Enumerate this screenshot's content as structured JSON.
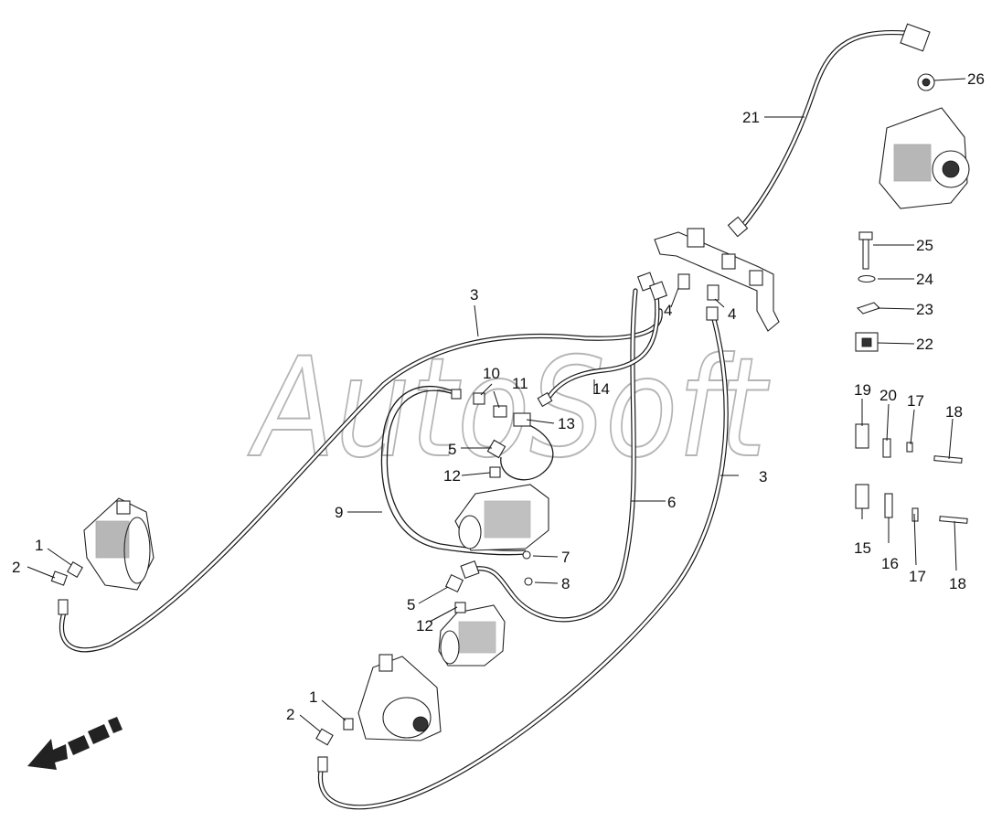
{
  "watermark": "AutoSoft",
  "callouts": [
    {
      "id": "c1a",
      "label": "1"
    },
    {
      "id": "c1b",
      "label": "1"
    },
    {
      "id": "c2a",
      "label": "2"
    },
    {
      "id": "c2b",
      "label": "2"
    },
    {
      "id": "c3a",
      "label": "3"
    },
    {
      "id": "c3b",
      "label": "3"
    },
    {
      "id": "c4a",
      "label": "4"
    },
    {
      "id": "c4b",
      "label": "4"
    },
    {
      "id": "c5a",
      "label": "5"
    },
    {
      "id": "c5b",
      "label": "5"
    },
    {
      "id": "c6",
      "label": "6"
    },
    {
      "id": "c7",
      "label": "7"
    },
    {
      "id": "c8",
      "label": "8"
    },
    {
      "id": "c9",
      "label": "9"
    },
    {
      "id": "c10",
      "label": "10"
    },
    {
      "id": "c11",
      "label": "11"
    },
    {
      "id": "c12a",
      "label": "12"
    },
    {
      "id": "c12b",
      "label": "12"
    },
    {
      "id": "c13",
      "label": "13"
    },
    {
      "id": "c14",
      "label": "14"
    },
    {
      "id": "c15",
      "label": "15"
    },
    {
      "id": "c16",
      "label": "16"
    },
    {
      "id": "c17a",
      "label": "17"
    },
    {
      "id": "c17b",
      "label": "17"
    },
    {
      "id": "c18a",
      "label": "18"
    },
    {
      "id": "c18b",
      "label": "18"
    },
    {
      "id": "c19",
      "label": "19"
    },
    {
      "id": "c20",
      "label": "20"
    },
    {
      "id": "c21",
      "label": "21"
    },
    {
      "id": "c22",
      "label": "22"
    },
    {
      "id": "c23",
      "label": "23"
    },
    {
      "id": "c24",
      "label": "24"
    },
    {
      "id": "c25",
      "label": "25"
    },
    {
      "id": "c26",
      "label": "26"
    }
  ]
}
